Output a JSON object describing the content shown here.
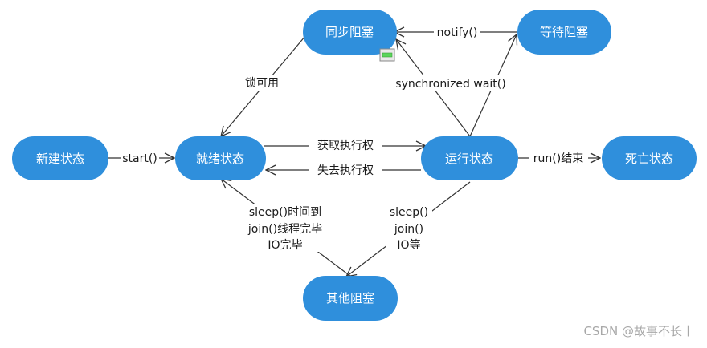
{
  "colors": {
    "node_fill": "#2f8fdc",
    "node_text": "#ffffff",
    "edge": "#333333",
    "label": "#1a1a1a",
    "watermark": "#a8a8a8",
    "marker_fill": "#5ad65a"
  },
  "states": {
    "new": "新建状态",
    "ready": "就绪状态",
    "running": "运行状态",
    "dead": "死亡状态",
    "sync_blocked": "同步阻塞",
    "wait_blocked": "等待阻塞",
    "other_blocked": "其他阻塞"
  },
  "transitions": {
    "start": "start()",
    "get_cpu": "获取执行权",
    "lose_cpu": "失去执行权",
    "run_end": "run()结束",
    "notify": "notify()",
    "sync_wait": "synchronized wait()",
    "lock_acquired": "锁可用",
    "to_other": [
      "sleep()",
      "join()",
      "IO等"
    ],
    "from_other": [
      "sleep()时间到",
      "join()线程完毕",
      "IO完毕"
    ]
  },
  "watermark": "CSDN @故事不长丨"
}
